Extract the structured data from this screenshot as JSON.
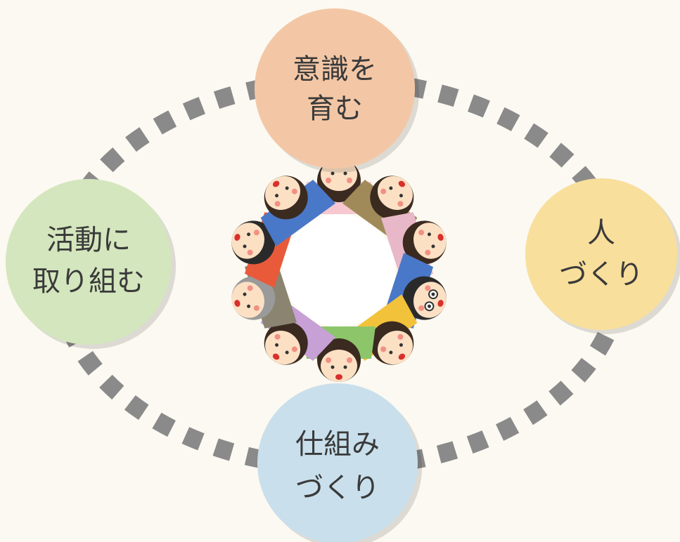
{
  "nodes": {
    "top": {
      "lines": [
        "意識を",
        "育む"
      ],
      "color": "#f3c7a6"
    },
    "right": {
      "lines": [
        "人",
        "づくり"
      ],
      "color": "#f9df9c"
    },
    "bottom": {
      "lines": [
        "仕組み",
        "づくり"
      ],
      "color": "#c9dfec"
    },
    "left": {
      "lines": [
        "活動に",
        "取り組む"
      ],
      "color": "#d4e6bd"
    }
  },
  "ring_color": "#8a8a8a",
  "illustration": "circle-of-people-holding-hands",
  "people": [
    {
      "face": "front",
      "shirt": "#f7c8cf",
      "hair": "#3a2a20",
      "cheek": "#e94f4f"
    },
    {
      "face": "front",
      "shirt": "#a08a5a",
      "hair": "#3a2a20",
      "cheek": "#e94f4f"
    },
    {
      "face": "front",
      "shirt": "#e8b8c8",
      "hair": "#3a2a20",
      "cheek": "#e94f4f"
    },
    {
      "face": "glasses",
      "shirt": "#4a78c8",
      "hair": "#2a2a2a",
      "cheek": "#e94f4f"
    },
    {
      "face": "front",
      "shirt": "#f2c23a",
      "hair": "#3a2a20",
      "cheek": "#e94f4f"
    },
    {
      "face": "front",
      "shirt": "#8dc56a",
      "hair": "#3a2a20",
      "cheek": "#e94f4f"
    },
    {
      "face": "front",
      "shirt": "#c7a0d6",
      "hair": "#3a2a20",
      "cheek": "#e94f4f"
    },
    {
      "face": "front",
      "shirt": "#8a8470",
      "hair": "#9a9a9a",
      "cheek": "#e94f4f"
    },
    {
      "face": "front",
      "shirt": "#e85a3a",
      "hair": "#2a2a2a",
      "cheek": "#e94f4f"
    },
    {
      "face": "front",
      "shirt": "#4a78c8",
      "hair": "#3a2a20",
      "cheek": "#e94f4f"
    }
  ]
}
